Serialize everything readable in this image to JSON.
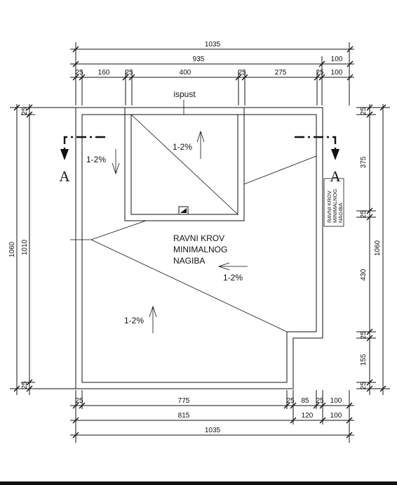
{
  "dimensions": {
    "top_total": "1035",
    "top_mid": "935",
    "top_right_100a": "100",
    "top_right_100b": "100",
    "top_25_a": "25",
    "top_160": "160",
    "top_25_b": "25",
    "top_400": "400",
    "top_25_c": "25",
    "top_275": "275",
    "top_25_d": "25",
    "left_1060": "1060",
    "left_1010": "1010",
    "left_25_top": "25",
    "left_25_bottom": "25",
    "right_25_a": "25",
    "right_375": "375",
    "right_25_b": "25",
    "right_430": "430",
    "right_25_c": "25",
    "right_155": "155",
    "right_25_d": "25",
    "right_1060": "1060",
    "bottom_25_a": "25",
    "bottom_775": "775",
    "bottom_25_b": "25",
    "bottom_85": "85",
    "bottom_25_c": "25",
    "bottom_100a": "100",
    "bottom_815": "815",
    "bottom_120": "120",
    "bottom_100b": "100",
    "bottom_total": "1035"
  },
  "labels": {
    "ispust": "ispust",
    "slope_1": "1-2%",
    "slope_2": "1-2%",
    "slope_3": "1-2%",
    "slope_4": "1-2%",
    "roof_line1": "RAVNI KROV",
    "roof_line2": "MINIMALNOG",
    "roof_line3": "NAGIBA",
    "section_left": "A",
    "section_right": "A",
    "annex_line1": "RAVNI KROV",
    "annex_line2": "MINIMALNOG",
    "annex_line3": "NAGIBA"
  }
}
